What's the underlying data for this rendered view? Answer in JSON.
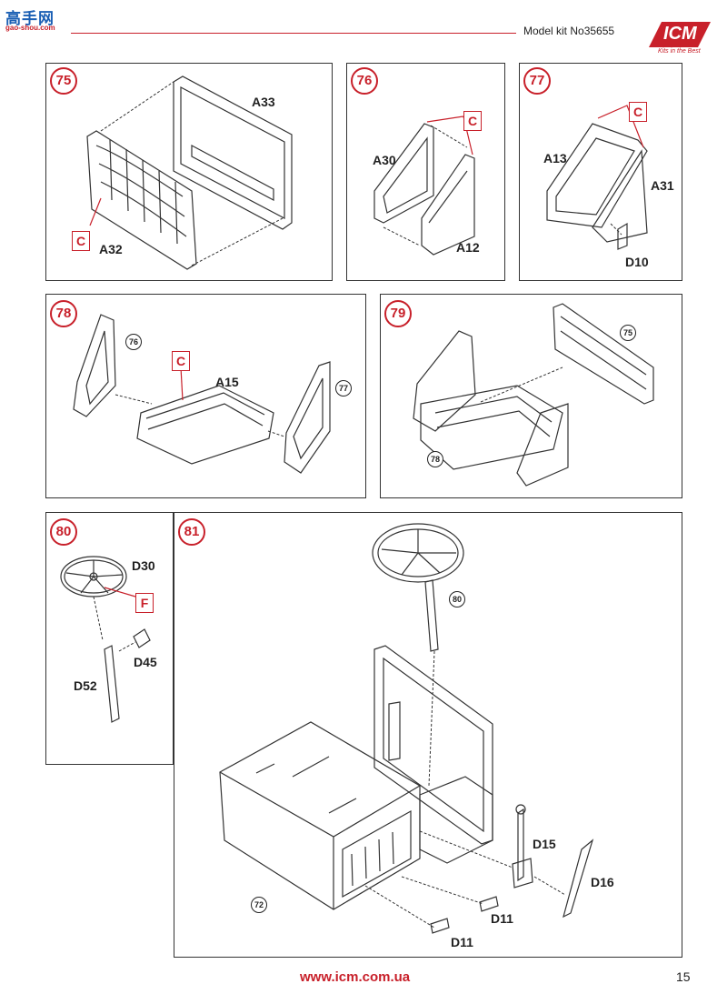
{
  "header": {
    "site_logo_text": "高手网",
    "site_url": "gao-shou.com",
    "kit_label": "Model kit No35655",
    "brand": "ICM",
    "brand_tagline": "Kits in the Best"
  },
  "colors": {
    "accent_red": "#c8202a",
    "line": "#333333"
  },
  "steps": {
    "s75": {
      "number": "75",
      "parts": [
        "A33",
        "A32"
      ],
      "callout": "C"
    },
    "s76": {
      "number": "76",
      "parts": [
        "A30",
        "A12"
      ],
      "callout": "C"
    },
    "s77": {
      "number": "77",
      "parts": [
        "A13",
        "A31",
        "D10"
      ],
      "callout": "C"
    },
    "s78": {
      "number": "78",
      "parts": [
        "A15"
      ],
      "refs": [
        "76",
        "77"
      ],
      "callout": "C"
    },
    "s79": {
      "number": "79",
      "refs": [
        "75",
        "78"
      ]
    },
    "s80": {
      "number": "80",
      "parts": [
        "D30",
        "D45",
        "D52"
      ],
      "callout": "F"
    },
    "s81": {
      "number": "81",
      "parts": [
        "D15",
        "D16",
        "D11",
        "D11"
      ],
      "refs": [
        "80",
        "72"
      ]
    }
  },
  "footer": {
    "url": "www.icm.com.ua",
    "page": "15"
  }
}
